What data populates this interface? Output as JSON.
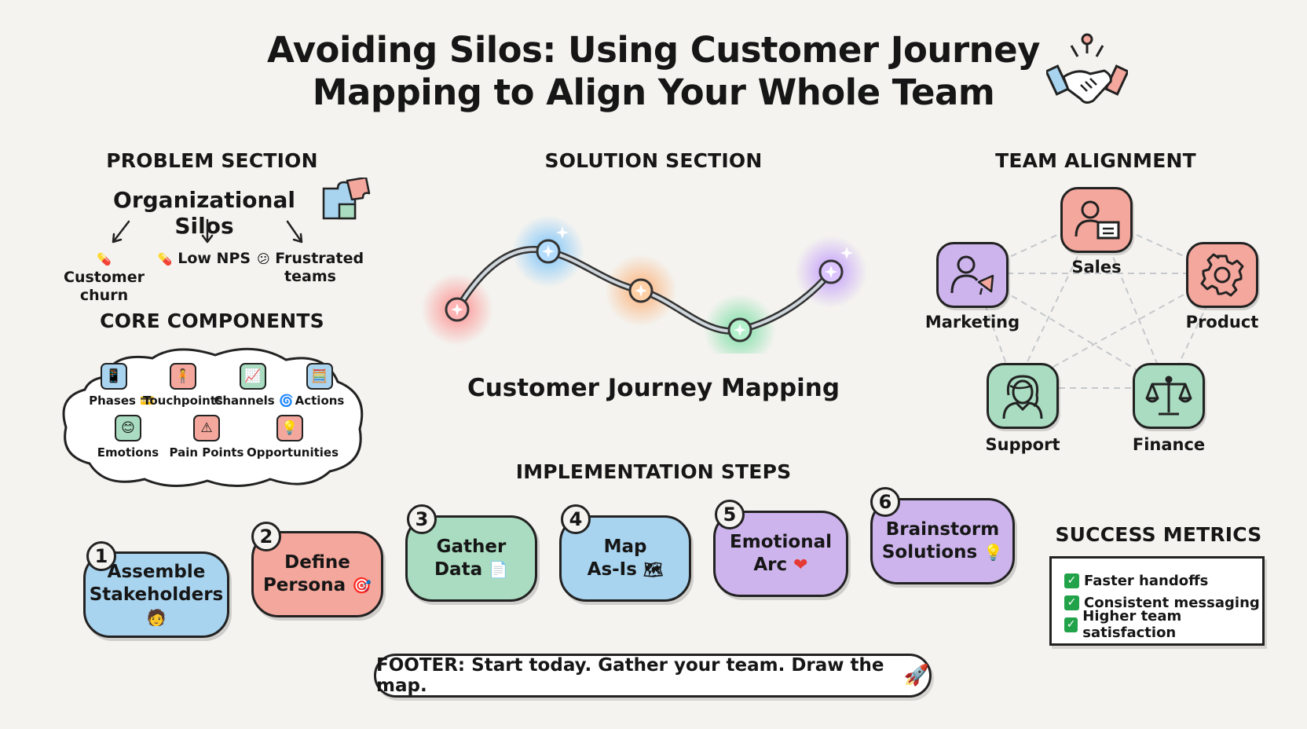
{
  "title": {
    "line1": "Avoiding Silos: Using Customer Journey",
    "line2": "Mapping to Align Your Whole Team"
  },
  "problem": {
    "heading": "PROBLEM SECTION",
    "subtitle": "Organizational Silos",
    "effects": [
      {
        "icon": "pill-icon",
        "line1": "Customer",
        "line2": "churn"
      },
      {
        "icon": "pill-icon",
        "line1": "Low NPS",
        "line2": ""
      },
      {
        "icon": "frown-face-icon",
        "line1": "Frustrated",
        "line2": "teams"
      }
    ]
  },
  "core": {
    "heading": "CORE COMPONENTS",
    "items": [
      {
        "label": "Phases",
        "icon": "phone-icon",
        "color": "#a8d4f0"
      },
      {
        "label": "Touchpoints",
        "icon": "person-icon",
        "color": "#f4a79c"
      },
      {
        "label": "Channels",
        "icon": "chart-icon",
        "color": "#a9dcc0"
      },
      {
        "label": "Actions",
        "icon": "calculator-icon",
        "color": "#a8d4f0"
      },
      {
        "label": "Emotions",
        "icon": "smile-icon",
        "color": "#a9dcc0"
      },
      {
        "label": "Pain Points",
        "icon": "warning-icon",
        "color": "#f4a79c"
      },
      {
        "label": "Opportunities",
        "icon": "lightbulb-icon",
        "color": "#f4a79c"
      }
    ]
  },
  "solution": {
    "heading": "SOLUTION SECTION",
    "caption": "Customer Journey Mapping",
    "nodes": [
      {
        "color": "#ff6b6b"
      },
      {
        "color": "#4fb3ff"
      },
      {
        "color": "#ff9a4f"
      },
      {
        "color": "#4fd68a"
      },
      {
        "color": "#b07cff"
      }
    ]
  },
  "team": {
    "heading": "TEAM ALIGNMENT",
    "members": [
      {
        "label": "Sales",
        "icon": "id-card-icon",
        "color": "#f4a79c"
      },
      {
        "label": "Marketing",
        "icon": "megaphone-person-icon",
        "color": "#cdb4ec"
      },
      {
        "label": "Product",
        "icon": "gear-icon",
        "color": "#f4a79c"
      },
      {
        "label": "Support",
        "icon": "headset-person-icon",
        "color": "#a9dcc0"
      },
      {
        "label": "Finance",
        "icon": "scales-icon",
        "color": "#a9dcc0"
      }
    ]
  },
  "steps": {
    "heading": "IMPLEMENTATION STEPS",
    "items": [
      {
        "num": "1",
        "line1": "Assemble",
        "line2": "Stakeholders",
        "emoji": "🧑",
        "color": "#a8d4f0"
      },
      {
        "num": "2",
        "line1": "Define",
        "line2": "Persona",
        "emoji": "🎯",
        "color": "#f4a79c"
      },
      {
        "num": "3",
        "line1": "Gather",
        "line2": "Data",
        "emoji": "📄",
        "color": "#a9dcc0"
      },
      {
        "num": "4",
        "line1": "Map",
        "line2": "As-Is",
        "emoji": "🗺",
        "color": "#a8d4f0"
      },
      {
        "num": "5",
        "line1": "Emotional",
        "line2": "Arc",
        "emoji": "❤",
        "color": "#cdb4ec"
      },
      {
        "num": "6",
        "line1": "Brainstorm",
        "line2": "Solutions",
        "emoji": "💡",
        "color": "#cdb4ec"
      }
    ]
  },
  "metrics": {
    "heading": "SUCCESS METRICS",
    "items": [
      "Faster handoffs",
      "Consistent messaging",
      "Higher team satisfaction"
    ]
  },
  "footer": {
    "text": "FOOTER: Start today. Gather your team. Draw the map.",
    "icon": "rocket-icon"
  }
}
